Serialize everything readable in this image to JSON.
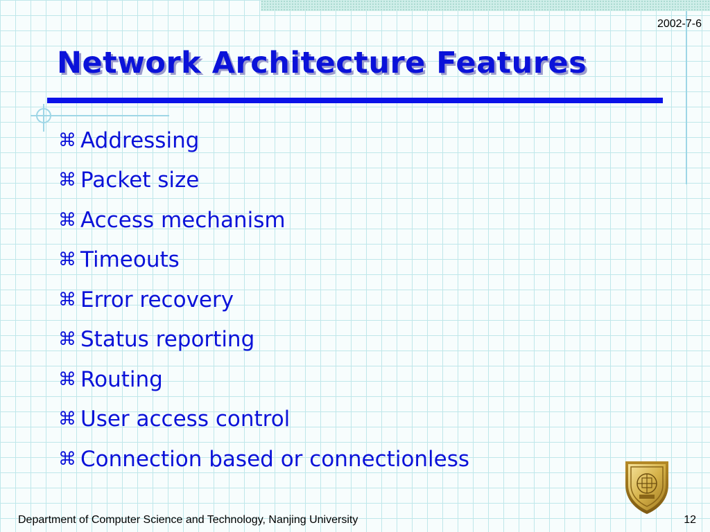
{
  "slide": {
    "date": "2002-7-6",
    "title": "Network Architecture Features",
    "bullet_icon": "command-key-icon",
    "bullets": [
      "Addressing",
      "Packet size",
      "Access mechanism",
      "Timeouts",
      "Error recovery",
      "Status reporting",
      "Routing",
      "User access control",
      "Connection based or connectionless"
    ],
    "footer": "Department of Computer Science and Technology, Nanjing University",
    "page_number": "12",
    "emblem": "university-crest-icon"
  },
  "colors": {
    "title": "#0b12d9",
    "rule": "#0b12e8",
    "grid": "#bfe7ea",
    "background": "#f7fdfd"
  }
}
